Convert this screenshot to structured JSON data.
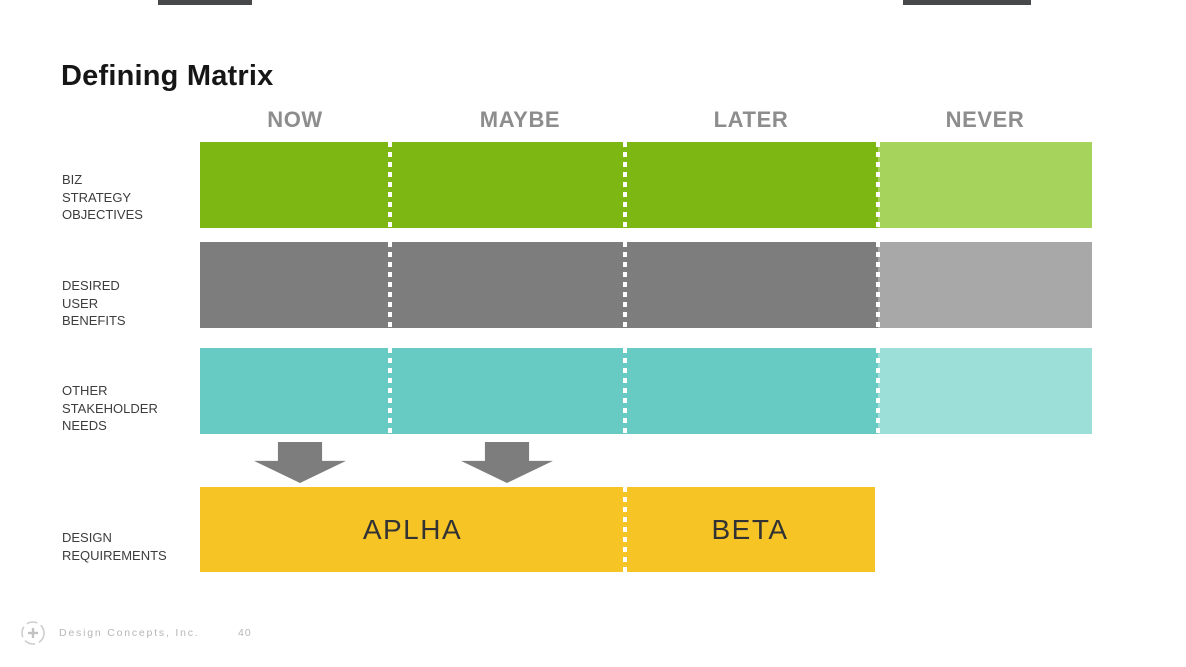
{
  "title": "Defining Matrix",
  "columns": [
    {
      "label": "NOW"
    },
    {
      "label": "MAYBE"
    },
    {
      "label": "LATER"
    },
    {
      "label": "NEVER"
    }
  ],
  "rows": [
    {
      "label": "BIZ\nSTRATEGY\nOBJECTIVES",
      "color_dark": "#7DB714",
      "color_light": "#A6D35C"
    },
    {
      "label": "DESIRED\nUSER\nBENEFITS",
      "color_dark": "#7D7D7D",
      "color_light": "#A8A8A8"
    },
    {
      "label": "OTHER\nSTAKEHOLDER\nNEEDS",
      "color_dark": "#67CBC4",
      "color_light": "#9CDED8"
    }
  ],
  "design_row": {
    "label": "DESIGN\nREQUIREMENTS",
    "color": "#F6C525",
    "zones": [
      {
        "label": "APLHA"
      },
      {
        "label": "BETA"
      }
    ]
  },
  "footer": {
    "company": "Design Concepts, Inc.",
    "page_number": "40"
  },
  "colors": {
    "arrow": "#7D7D7D",
    "header_text": "#8D8D8D",
    "label_text": "#3D3D3D",
    "zone_text": "#333333",
    "top_bar": "#47484A",
    "footer_text": "#B6B6B6"
  }
}
